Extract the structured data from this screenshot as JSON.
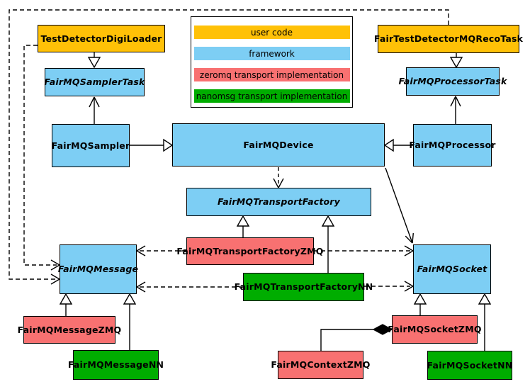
{
  "palette": {
    "user_code": "#FFC107",
    "framework": "#7DCEF4",
    "zeromq_transport": "#F87171",
    "nanomsg_transport": "#00AD00",
    "line": "#000000",
    "background": "#FFFFFF"
  },
  "legend": {
    "items": [
      {
        "label": "user code",
        "color": "#FFC107"
      },
      {
        "label": "framework",
        "color": "#7DCEF4"
      },
      {
        "label": "zeromq transport implementation",
        "color": "#F87171"
      },
      {
        "label": "nanomsg transport implementation",
        "color": "#00AD00"
      }
    ]
  },
  "nodes": {
    "test_detector_digi_loader": {
      "label": "TestDetectorDigiLoader",
      "category": "user code",
      "abstract": false
    },
    "fair_test_detector_mq_reco_task": {
      "label": "FairTestDetectorMQRecoTask",
      "category": "user code",
      "abstract": false
    },
    "fairmq_sampler_task": {
      "label": "FairMQSamplerTask",
      "category": "framework",
      "abstract": true
    },
    "fairmq_processor_task": {
      "label": "FairMQProcessorTask",
      "category": "framework",
      "abstract": true
    },
    "fairmq_sampler": {
      "label": "FairMQSampler",
      "category": "framework",
      "abstract": false
    },
    "fairmq_device": {
      "label": "FairMQDevice",
      "category": "framework",
      "abstract": false
    },
    "fairmq_processor": {
      "label": "FairMQProcessor",
      "category": "framework",
      "abstract": false
    },
    "fairmq_transport_factory": {
      "label": "FairMQTransportFactory",
      "category": "framework",
      "abstract": true
    },
    "fairmq_transport_factory_zmq": {
      "label": "FairMQTransportFactoryZMQ",
      "category": "zeromq transport implementation",
      "abstract": false
    },
    "fairmq_transport_factory_nn": {
      "label": "FairMQTransportFactoryNN",
      "category": "nanomsg transport implementation",
      "abstract": false
    },
    "fairmq_message": {
      "label": "FairMQMessage",
      "category": "framework",
      "abstract": true
    },
    "fairmq_socket": {
      "label": "FairMQSocket",
      "category": "framework",
      "abstract": true
    },
    "fairmq_message_zmq": {
      "label": "FairMQMessageZMQ",
      "category": "zeromq transport implementation",
      "abstract": false
    },
    "fairmq_message_nn": {
      "label": "FairMQMessageNN",
      "category": "nanomsg transport implementation",
      "abstract": false
    },
    "fairmq_socket_zmq": {
      "label": "FairMQSocketZMQ",
      "category": "zeromq transport implementation",
      "abstract": false
    },
    "fairmq_context_zmq": {
      "label": "FairMQContextZMQ",
      "category": "zeromq transport implementation",
      "abstract": false
    },
    "fairmq_socket_nn": {
      "label": "FairMQSocketNN",
      "category": "nanomsg transport implementation",
      "abstract": false
    }
  },
  "edges": [
    {
      "from": "TestDetectorDigiLoader",
      "to": "FairMQSamplerTask",
      "type": "inheritance"
    },
    {
      "from": "FairTestDetectorMQRecoTask",
      "to": "FairMQProcessorTask",
      "type": "inheritance"
    },
    {
      "from": "FairMQSampler",
      "to": "FairMQDevice",
      "type": "inheritance"
    },
    {
      "from": "FairMQProcessor",
      "to": "FairMQDevice",
      "type": "inheritance"
    },
    {
      "from": "FairMQSampler",
      "to": "FairMQSamplerTask",
      "type": "association"
    },
    {
      "from": "FairMQProcessor",
      "to": "FairMQProcessorTask",
      "type": "association"
    },
    {
      "from": "FairMQDevice",
      "to": "FairMQSocket",
      "type": "association"
    },
    {
      "from": "FairMQDevice",
      "to": "FairMQTransportFactory",
      "type": "dependency"
    },
    {
      "from": "FairMQTransportFactoryZMQ",
      "to": "FairMQTransportFactory",
      "type": "inheritance"
    },
    {
      "from": "FairMQTransportFactoryNN",
      "to": "FairMQTransportFactory",
      "type": "inheritance"
    },
    {
      "from": "FairMQTransportFactoryZMQ",
      "to": "FairMQMessage",
      "type": "dependency"
    },
    {
      "from": "FairMQTransportFactoryZMQ",
      "to": "FairMQSocket",
      "type": "dependency"
    },
    {
      "from": "FairMQTransportFactoryNN",
      "to": "FairMQMessage",
      "type": "dependency"
    },
    {
      "from": "FairMQTransportFactoryNN",
      "to": "FairMQSocket",
      "type": "dependency"
    },
    {
      "from": "TestDetectorDigiLoader",
      "to": "FairMQMessage",
      "type": "dependency"
    },
    {
      "from": "FairTestDetectorMQRecoTask",
      "to": "FairMQMessage",
      "type": "dependency"
    },
    {
      "from": "FairMQMessageZMQ",
      "to": "FairMQMessage",
      "type": "inheritance"
    },
    {
      "from": "FairMQMessageNN",
      "to": "FairMQMessage",
      "type": "inheritance"
    },
    {
      "from": "FairMQSocketZMQ",
      "to": "FairMQSocket",
      "type": "inheritance"
    },
    {
      "from": "FairMQSocketNN",
      "to": "FairMQSocket",
      "type": "inheritance"
    },
    {
      "from": "FairMQSocketZMQ",
      "to": "FairMQContextZMQ",
      "type": "composition"
    }
  ]
}
